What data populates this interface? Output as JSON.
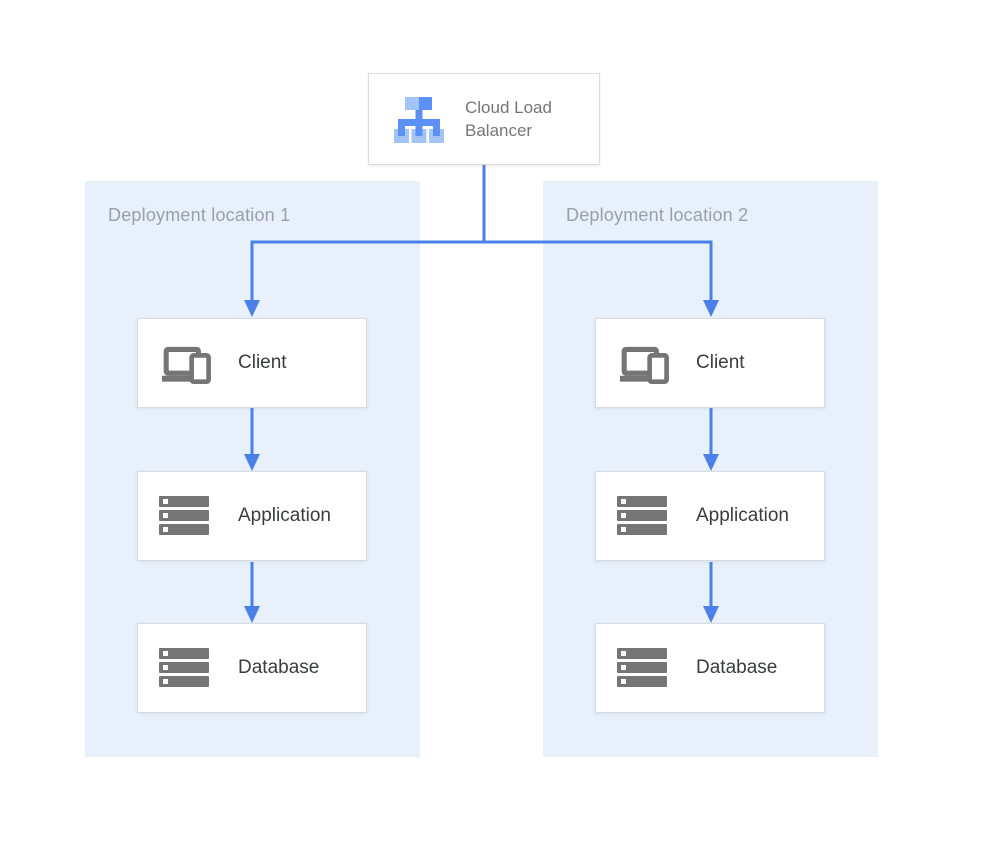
{
  "diagram": {
    "load_balancer": {
      "label": "Cloud Load Balancer",
      "icon": "cloud-load-balancer-icon"
    },
    "panels": [
      {
        "label": "Deployment location 1",
        "nodes": [
          {
            "label": "Client",
            "icon": "client-devices-icon"
          },
          {
            "label": "Application",
            "icon": "server-stack-icon"
          },
          {
            "label": "Database",
            "icon": "server-stack-icon"
          }
        ]
      },
      {
        "label": "Deployment location 2",
        "nodes": [
          {
            "label": "Client",
            "icon": "client-devices-icon"
          },
          {
            "label": "Application",
            "icon": "server-stack-icon"
          },
          {
            "label": "Database",
            "icon": "server-stack-icon"
          }
        ]
      }
    ],
    "connections": [
      "Cloud Load Balancer -> Client (Deployment location 1)",
      "Cloud Load Balancer -> Client (Deployment location 2)",
      "Client -> Application (Deployment location 1)",
      "Application -> Database (Deployment location 1)",
      "Client -> Application (Deployment location 2)",
      "Application -> Database (Deployment location 2)"
    ],
    "colors": {
      "panel_background": "#e7f0fb",
      "arrow_blue": "#4a80e8",
      "box_border": "#d9dbdf",
      "icon_gray": "#757575",
      "lb_icon_light_blue": "#a5c4f6",
      "lb_icon_dark_blue": "#5b90f5",
      "node_label_text": "#3a3d40",
      "lb_label_text": "#757575",
      "panel_label_text": "#9aa0a6"
    }
  }
}
